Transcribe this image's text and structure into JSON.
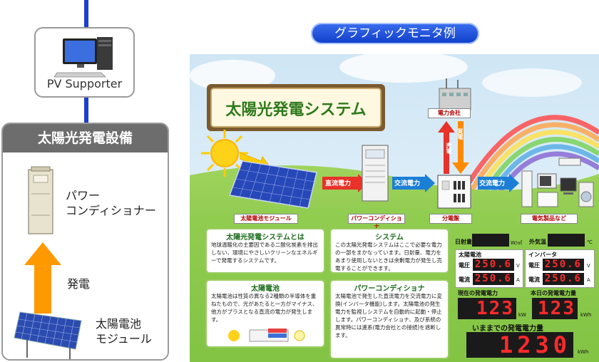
{
  "left_panel": {
    "monitor_label": "PV Supporter",
    "equipment_title": "太陽光発電設備",
    "conditioner_label": [
      "パワー",
      "コンディショナー"
    ],
    "generation_label": "発電",
    "module_label": [
      "太陽電池",
      "モジュール"
    ]
  },
  "monitor_title": "グラフィックモニタ例",
  "scene": {
    "system_title": "太陽光発電システム",
    "module_caption": "太陽電池モジュール",
    "conditioner_caption": "パワーコンディショナ",
    "distribution_caption": "分電盤",
    "appliance_caption": "電気製品など",
    "utility_caption": "電力会社",
    "dc_arrow": "直流電力",
    "ac_arrow1": "交流電力",
    "ac_arrow2": "交流電力",
    "buy_arrow": "買電",
    "sell_arrow": "売電",
    "info_system_title": "太陽光発電システムとは",
    "info_system_body": "地球温暖化の主要因である二酸化炭素を排出しない、環境にやさしいクリーンなエネルギーで発電するシステムです。",
    "info_sys_title": "システム",
    "info_sys_body": "この太陽光発電システムはここで必要な電力の一部をまかなっています。日射量、電力をあまり使用しないときは余剰電力が発生し売電することができます。",
    "info_cell_title": "太陽電池",
    "info_cell_body": "太陽電池は性質の異なる2種類の半導体を重ねたもので、光があたると一方がマイナス、他方がプラスとなる直流の電力が発生します。",
    "info_pcs_title": "パワーコンディショナ",
    "info_pcs_body": "太陽電池で発生した直流電力を交流電力に変換(インバータ機能)します。太陽電池の発生電力を監視しシステムを自動的に起動・停止します。パワーコンディショナ、及び系統の異常時には連系(電力会社との接続)を遮断します。"
  },
  "meters": {
    "irradiance_label": "日射量",
    "irradiance_unit": "W/㎡",
    "temp_label": "外気温",
    "temp_unit": "℃",
    "module_group": "太陽電池",
    "inverter_group": "インバータ",
    "voltage_label": "電圧",
    "current_label": "電流",
    "module_voltage": "250.6",
    "module_current": "250.6",
    "inv_voltage": "250.6",
    "inv_current": "250.6",
    "v_unit": "V",
    "a_unit": "A",
    "current_power_label": "現在の発電電力",
    "current_power": "123",
    "kw_unit": "kW",
    "today_label": "本日の発電電力量",
    "today_energy": "123",
    "kwh_unit": "kWh",
    "total_label": "いままでの発電電力量",
    "total_energy": "1230",
    "kwh_unit2": "kWh"
  },
  "colors": {
    "line_blue": "#1b3fd0",
    "arrow_orange": "#ff9900",
    "grass_green": "#7cc242",
    "led_red": "#ff2a2a"
  }
}
